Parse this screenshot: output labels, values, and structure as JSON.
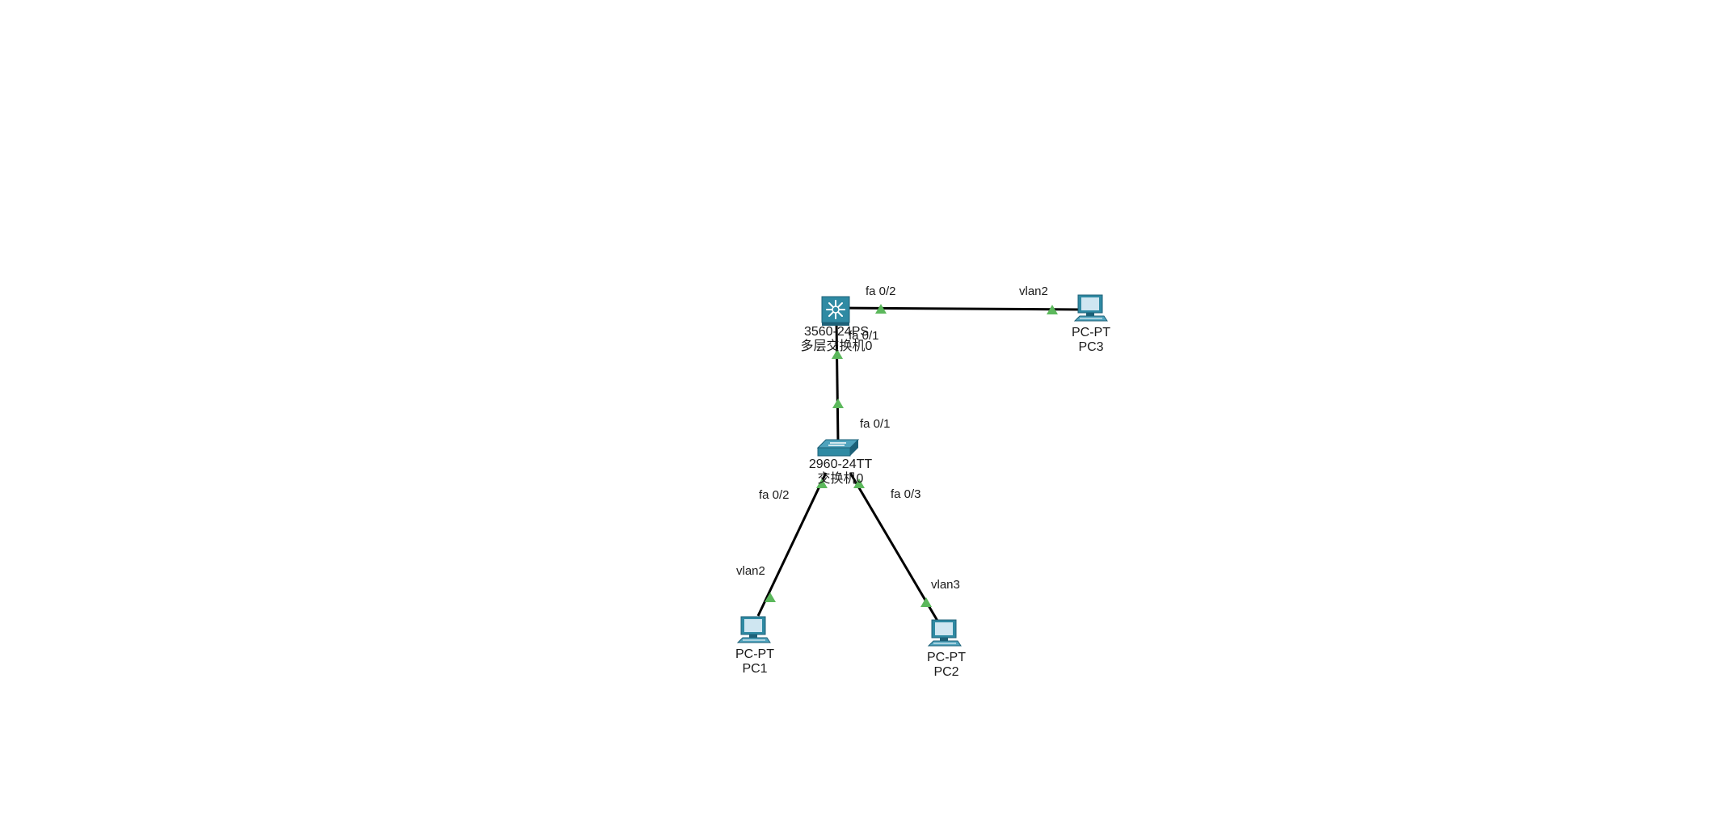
{
  "devices": {
    "multilayer_switch": {
      "model": "3560-24PS",
      "name": "多层交换机0"
    },
    "switch": {
      "model": "2960-24TT",
      "name": "交换机0"
    },
    "pc1": {
      "model": "PC-PT",
      "name": "PC1"
    },
    "pc2": {
      "model": "PC-PT",
      "name": "PC2"
    },
    "pc3": {
      "model": "PC-PT",
      "name": "PC3"
    }
  },
  "links": {
    "mls_to_pc3": {
      "from_port": "fa 0/2",
      "to_port": "vlan2"
    },
    "mls_to_switch": {
      "from_port": "fa 0/1",
      "to_port": "fa 0/1"
    },
    "switch_to_pc1": {
      "from_port": "fa 0/2",
      "to_port": "vlan2"
    },
    "switch_to_pc2": {
      "from_port": "fa 0/3",
      "to_port": "vlan3"
    }
  },
  "colors": {
    "link": "#000000",
    "link_status": "#5cb85c",
    "device_teal": "#2f8aa3",
    "device_dark": "#1d6178",
    "screen": "#cfe6f1"
  }
}
